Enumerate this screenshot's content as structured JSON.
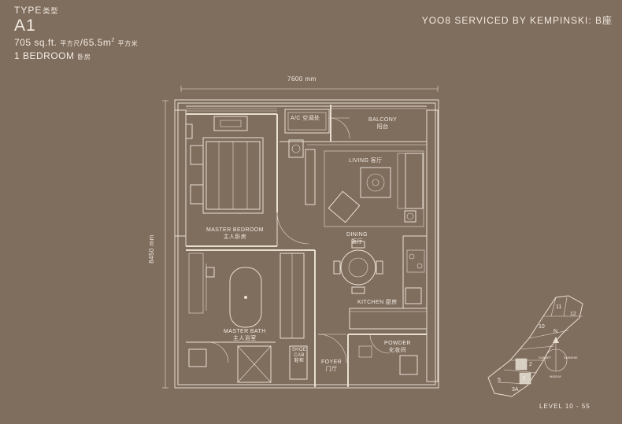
{
  "header": {
    "type_label": "TYPE",
    "type_label_zh": "类型",
    "unit_code": "A1",
    "area_sqft": "705 sq.ft.",
    "area_sqft_zh": "平方尺",
    "area_sqm": "65.5m",
    "area_sqm_sup": "2",
    "area_sqm_zh": "平方米",
    "bedroom": "1 BEDROOM",
    "bedroom_zh": "卧房"
  },
  "project_title": "YOO8 SERVICED BY KEMPINSKI: B座",
  "dimensions": {
    "width": "7600 mm",
    "height": "8450 mm"
  },
  "rooms": {
    "ac": "A/C 空调处",
    "balcony": "BALCONY",
    "balcony_zh": "阳台",
    "living": "LIVING 客厅",
    "master_bedroom": "MASTER BEDROOM",
    "master_bedroom_zh": "主人卧房",
    "dining": "DINING",
    "dining_zh": "饭厅",
    "kitchen": "KITCHEN 厨房",
    "master_bath": "MASTER BATH",
    "master_bath_zh": "主人浴室",
    "shoe_cab": "SHOE CAB",
    "shoe_cab_zh": "鞋柜",
    "foyer": "FOYER",
    "foyer_zh": "门厅",
    "powder": "POWDER",
    "powder_zh": "化妆间"
  },
  "key_plan": {
    "units": [
      "11",
      "12",
      "10",
      "2",
      "3",
      "5",
      "3A"
    ],
    "north": "N",
    "sunset": "SUNSET",
    "sunrise": "SUNRISE",
    "midday": "MIDDAY"
  },
  "level": "LEVEL 10 - 55"
}
